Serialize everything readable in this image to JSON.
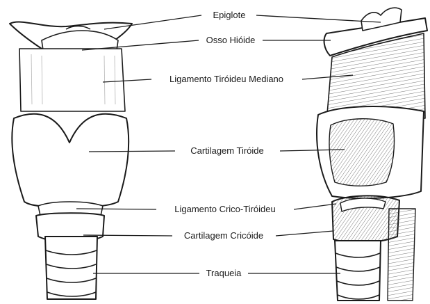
{
  "diagram": {
    "labels": {
      "epiglote": "Epiglote",
      "hioide": "Osso Hióide",
      "lig_tiroideu": "Ligamento Tiróideu Mediano",
      "cart_tiroide": "Cartilagem Tiróide",
      "lig_crico": "Ligamento Crico-Tiróideu",
      "cart_cricoide": "Cartilagem Cricóide",
      "traqueia": "Traqueia"
    },
    "colors": {
      "ink": "#1a1a1a",
      "paper": "#ffffff",
      "shade": "#9a9a9a"
    }
  }
}
